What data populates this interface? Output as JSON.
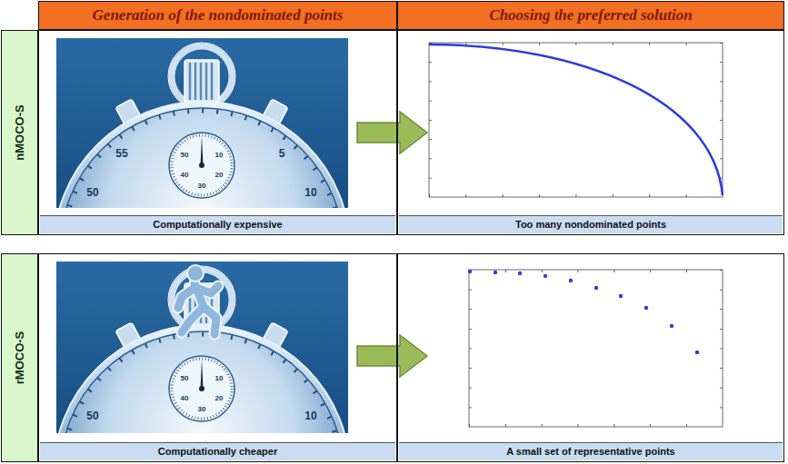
{
  "diagram": {
    "nodes": [
      {
        "text": [
          "Generation of the nondominated points"
        ]
      },
      {
        "text": [
          "Choosing the preferred solution"
        ]
      },
      {
        "text": [
          "nMOCO-S"
        ]
      },
      {
        "text": [
          "Computationally expensive"
        ]
      },
      {
        "text": [
          "Too many nondominated points"
        ]
      },
      {
        "text": [
          "rMOCO-S"
        ]
      },
      {
        "text": [
          "Computationally cheaper"
        ]
      },
      {
        "text": [
          "A small set of representative points"
        ]
      }
    ],
    "edges": [
      {
        "from": 3,
        "to": 4,
        "arrow": "to"
      },
      {
        "from": 6,
        "to": 7,
        "arrow": "to"
      }
    ],
    "labels": [
      "55",
      "5",
      "50",
      "10",
      "50",
      "10",
      "40",
      "20",
      "30",
      "50",
      "10",
      "50",
      "10",
      "40",
      "20",
      "30"
    ]
  }
}
